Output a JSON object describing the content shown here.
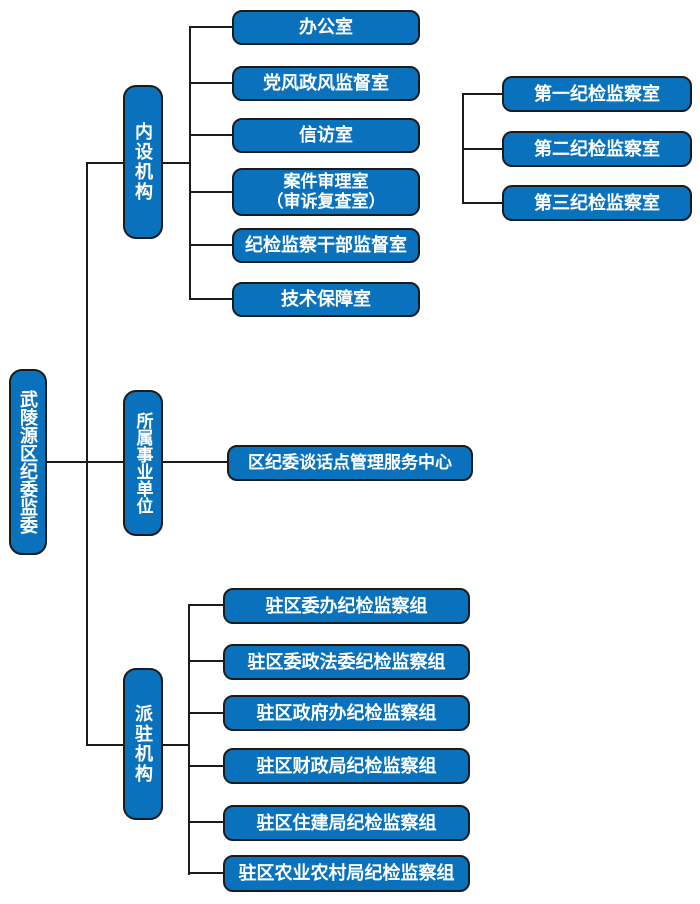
{
  "org_chart": {
    "root": {
      "label": "武陵源区纪委监委"
    },
    "branches": {
      "internal": {
        "label": "内设机构",
        "children": [
          {
            "label": "办公室"
          },
          {
            "label": "党风政风监督室"
          },
          {
            "label": "信访室"
          },
          {
            "label": "案件审理室",
            "label2": "（审诉复查室）"
          },
          {
            "label": "纪检监察干部监督室"
          },
          {
            "label": "技术保障室"
          }
        ]
      },
      "affiliated": {
        "label": "所属事业单位",
        "children": [
          {
            "label": "区纪委谈话点管理服务中心"
          }
        ]
      },
      "dispatched": {
        "label": "派驻机构",
        "children": [
          {
            "label": "驻区委办纪检监察组"
          },
          {
            "label": "驻区委政法委纪检监察组"
          },
          {
            "label": "驻区政府办纪检监察组"
          },
          {
            "label": "驻区财政局纪检监察组"
          },
          {
            "label": "驻区住建局纪检监察组"
          },
          {
            "label": "驻区农业农村局纪检监察组"
          }
        ]
      }
    },
    "inspection_rooms": [
      {
        "label": "第一纪检监察室"
      },
      {
        "label": "第二纪检监察室"
      },
      {
        "label": "第三纪检监察室"
      }
    ],
    "colors": {
      "box_fill": "#0a72bc",
      "box_border": "#1b1b1b",
      "box_text": "#ffffff",
      "connector_line": "#1b1b1b",
      "background": "#ffffff"
    }
  }
}
